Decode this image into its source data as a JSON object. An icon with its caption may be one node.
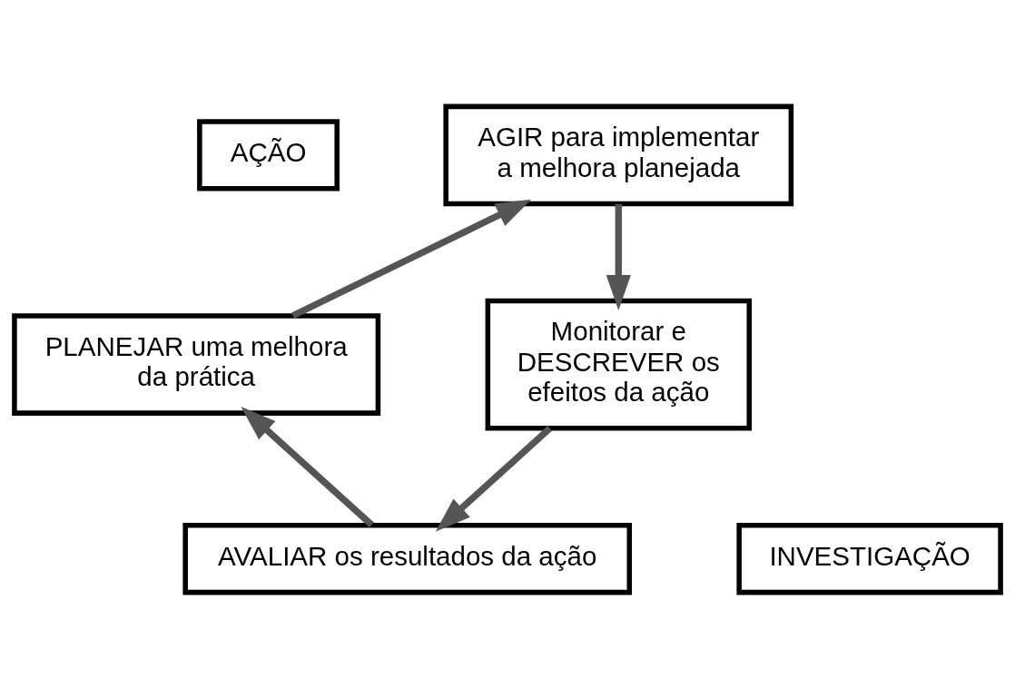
{
  "diagram": {
    "nodes": [
      {
        "text": [
          "AÇÃO"
        ]
      },
      {
        "text": [
          "AGIR para implementar a melhora planejada"
        ]
      },
      {
        "text": [
          "Monitorar e DESCREVER os efeitos da ação"
        ]
      },
      {
        "text": [
          "AVALIAR os resultados da ação"
        ]
      },
      {
        "text": [
          "INVESTIGAÇÃO"
        ]
      },
      {
        "text": [
          "PLANEJAR uma melhora da prática"
        ]
      }
    ],
    "edges": [
      {
        "from": 1,
        "to": 2,
        "arrow": "to"
      },
      {
        "from": 2,
        "to": 3,
        "arrow": "to"
      },
      {
        "from": 3,
        "to": 5,
        "arrow": "to"
      },
      {
        "from": 5,
        "to": 1,
        "arrow": "to"
      }
    ]
  }
}
